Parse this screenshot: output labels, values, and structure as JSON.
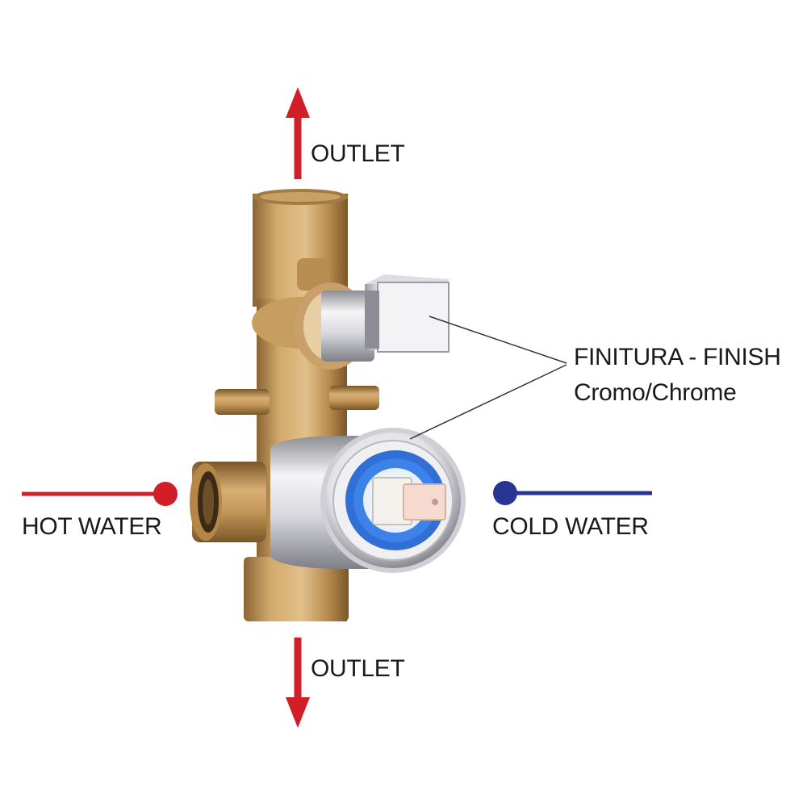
{
  "labels": {
    "outlet_top": "OUTLET",
    "outlet_bottom": "OUTLET",
    "finish_title": "FINITURA - FINISH",
    "finish_value": "Cromo/Chrome",
    "hot_water": "HOT WATER",
    "cold_water": "COLD WATER"
  },
  "colors": {
    "hot": "#d11f2a",
    "cold": "#283593",
    "outlet_arrow": "#d11f2a",
    "leader_line": "#333333",
    "brass": "#c49a5c",
    "chrome": "#e6e6ea",
    "cartridge_blue": "#2f6fd6"
  },
  "icons": {
    "outlet_top_arrow": "arrow-up-icon",
    "outlet_bottom_arrow": "arrow-down-icon"
  }
}
